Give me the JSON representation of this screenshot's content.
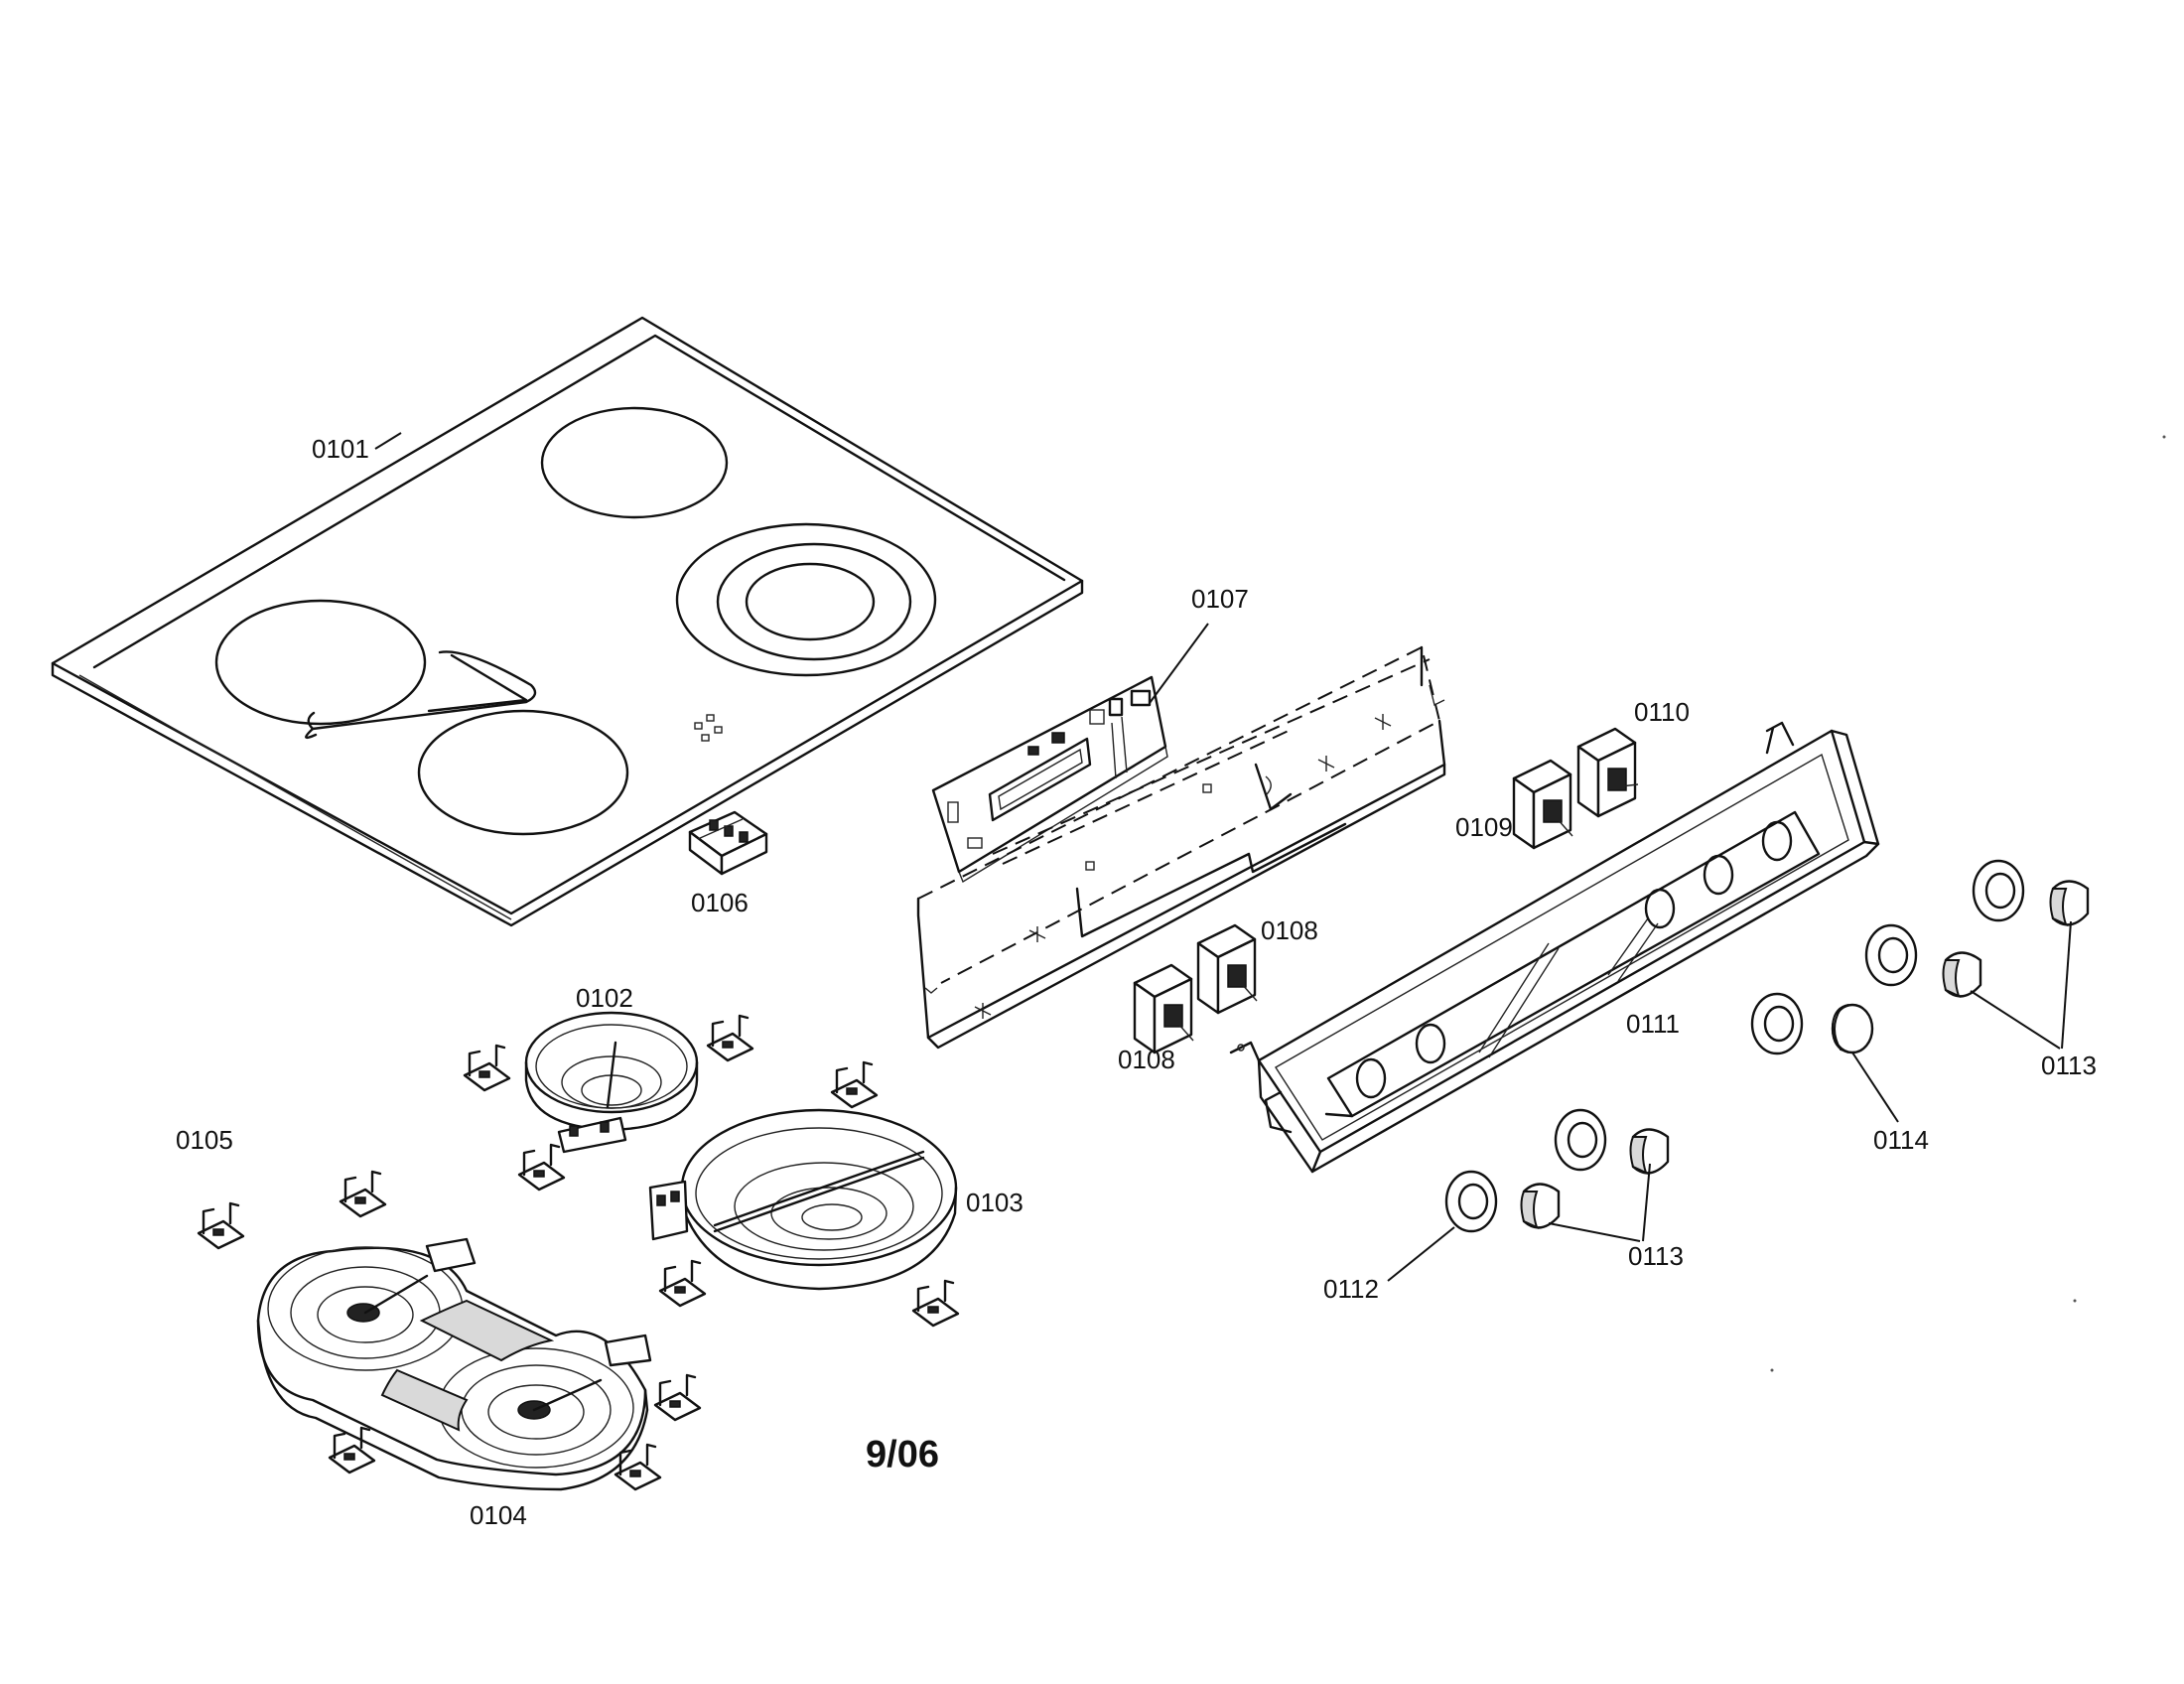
{
  "labels": {
    "p0101": "0101",
    "p0102": "0102",
    "p0103": "0103",
    "p0104": "0104",
    "p0105": "0105",
    "p0106": "0106",
    "p0107": "0107",
    "p0108a": "0108",
    "p0108b": "0108",
    "p0109": "0109",
    "p0110": "0110",
    "p0111": "0111",
    "p0112": "0112",
    "p0113a": "0113",
    "p0113b": "0113",
    "p0114": "0114"
  },
  "date_code": "9/06"
}
